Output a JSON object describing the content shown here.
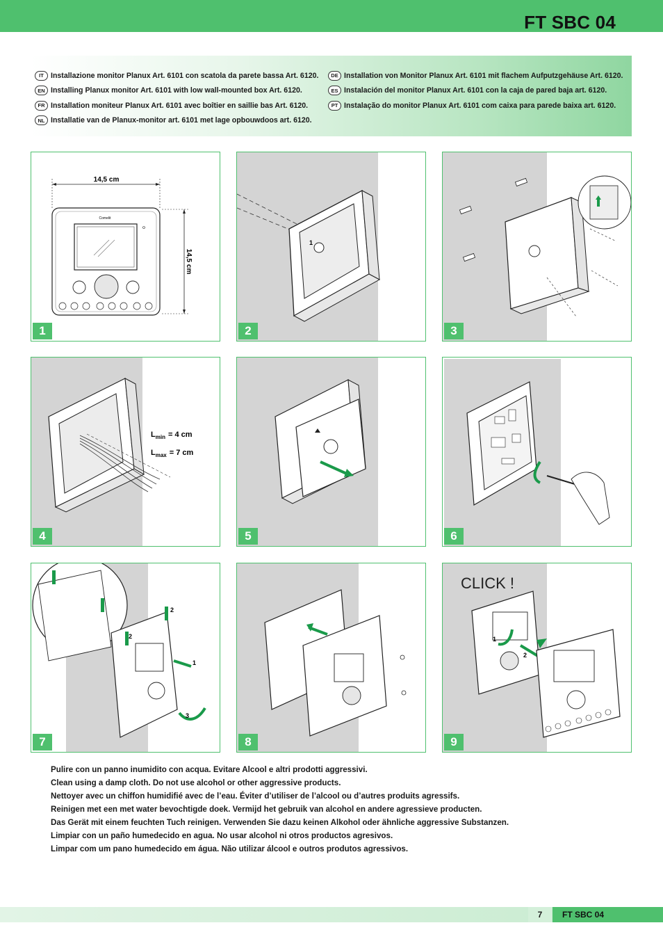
{
  "header": {
    "title": "FT SBC 04"
  },
  "languages": {
    "left": [
      {
        "code": "IT",
        "text": "Installazione monitor Planux Art. 6101 con scatola da parete bassa Art. 6120."
      },
      {
        "code": "EN",
        "text": "Installing Planux monitor Art. 6101 with low wall-mounted box Art. 6120."
      },
      {
        "code": "FR",
        "text": "Installation moniteur Planux Art. 6101 avec boîtier en saillie bas Art. 6120."
      },
      {
        "code": "NL",
        "text": "Installatie van de Planux-monitor art. 6101 met lage opbouwdoos art. 6120."
      }
    ],
    "right": [
      {
        "code": "DE",
        "text": "Installation von Monitor Planux Art. 6101 mit flachem Aufputzgehäuse Art. 6120."
      },
      {
        "code": "ES",
        "text": "Instalación del monitor Planux Art. 6101 con la caja de pared baja art. 6120."
      },
      {
        "code": "PT",
        "text": "Instalação do monitor Planux Art. 6101 com caixa para parede baixa art. 6120."
      }
    ]
  },
  "steps": [
    {
      "number": "1",
      "dim_width": "14,5 cm",
      "dim_height": "14,5 cm",
      "brand": "Comelit"
    },
    {
      "number": "2",
      "callout": "1"
    },
    {
      "number": "3"
    },
    {
      "number": "4",
      "lmin_label": "L",
      "lmin_sub": "min",
      "lmin_value": "= 4 cm",
      "lmax_label": "L",
      "lmax_sub": "max",
      "lmax_value": "= 7 cm"
    },
    {
      "number": "5"
    },
    {
      "number": "6"
    },
    {
      "number": "7",
      "callout_1": "1",
      "callout_2": "2",
      "callout_2b": "2",
      "callout_3": "3"
    },
    {
      "number": "8"
    },
    {
      "number": "9",
      "click_text": "CLICK !",
      "callout_1": "1",
      "callout_2": "2"
    }
  ],
  "care": [
    "Pulire con un panno inumidito con acqua. Evitare Alcool e altri prodotti aggressivi.",
    "Clean using a damp cloth. Do not use alcohol or other aggressive products.",
    "Nettoyer avec un chiffon humidifié avec de l’eau. Éviter d’utiliser de l’alcool ou d’autres produits agressifs.",
    "Reinigen met een met water bevochtigde doek. Vermijd het gebruik van alcohol en andere agressieve producten.",
    "Das Gerät mit einem feuchten Tuch reinigen. Verwenden Sie dazu keinen Alkohol oder ähnliche aggressive Substanzen.",
    "Limpiar con un paño humedecido en agua. No usar alcohol ni otros productos agresivos.",
    "Limpar com um pano humedecido em água. Não utilizar álcool e outros produtos agressivos."
  ],
  "footer": {
    "page": "7",
    "title": "FT SBC 04"
  },
  "colors": {
    "accent": "#4fc06e",
    "wall": "#d4d4d4"
  }
}
